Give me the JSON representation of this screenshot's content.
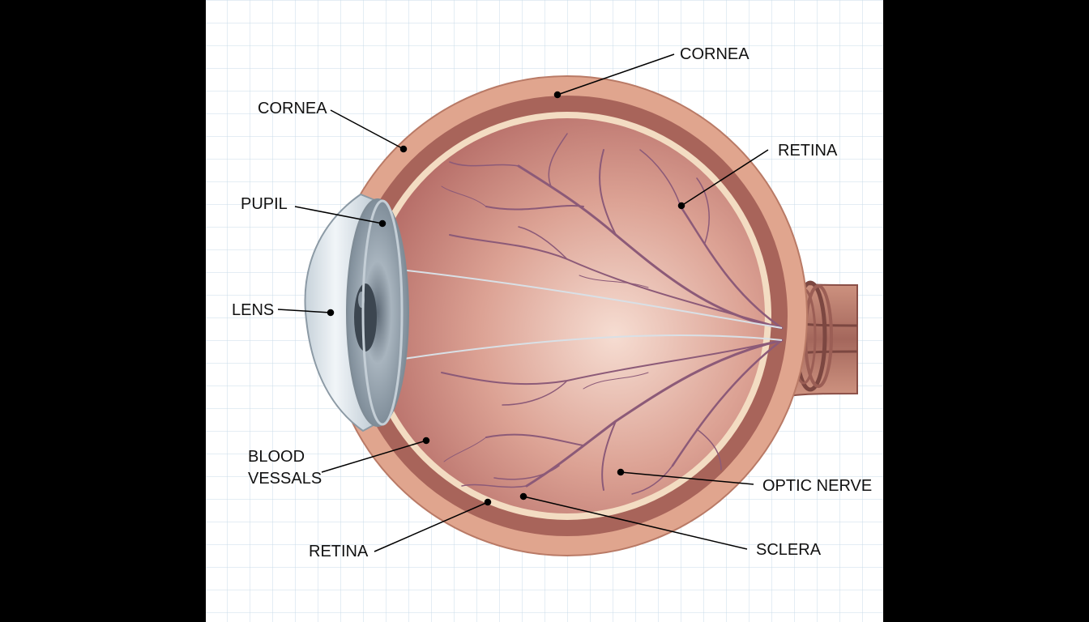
{
  "diagram": {
    "labels": {
      "cornea_top": "CORNEA",
      "cornea_left": "CORNEA",
      "retina_top": "RETINA",
      "pupil": "PUPIL",
      "lens": "LENS",
      "blood_vessels_line1": "BLOOD",
      "blood_vessels_line2": "VESSALS",
      "optic_nerve": "OPTIC NERVE",
      "retina_bottom": "RETINA",
      "sclera": "SCLERA"
    },
    "colors": {
      "background": "#000000",
      "panel": "#ffffff",
      "grid": "#c9dbe8",
      "sclera": "#e0a58e",
      "choroid": "#a8645a",
      "retina_band": "#f3dcc2",
      "vitreous_center": "#f6ddd2",
      "vitreous_edge": "#b8706a",
      "vessels": "#8c5a78",
      "lens": "#d9e3ea",
      "iris": "#9aa7b2",
      "pupil": "#3c4650",
      "leader": "#000000"
    }
  }
}
